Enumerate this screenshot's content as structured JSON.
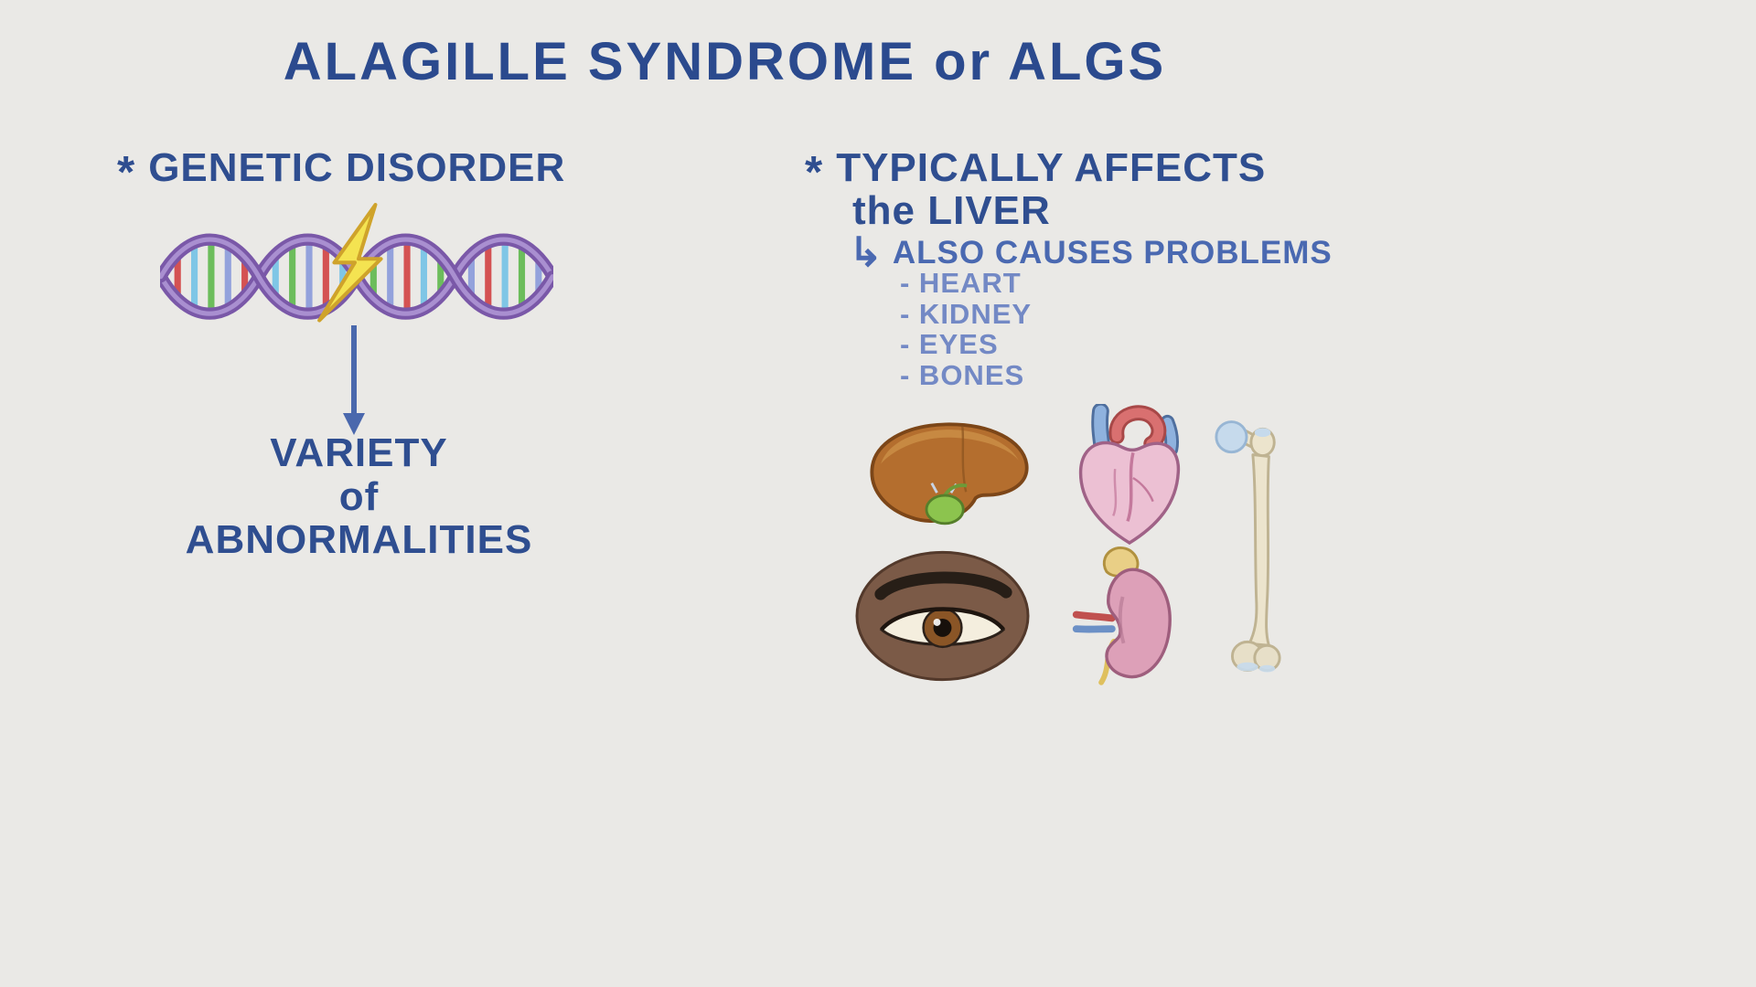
{
  "title": "ALAGILLE SYNDROME or ALGS",
  "left_column": {
    "bullet": "*",
    "heading": "GENETIC DISORDER",
    "result_line1": "VARIETY",
    "result_line2": "of ABNORMALITIES"
  },
  "right_column": {
    "bullet": "*",
    "heading_line1": "TYPICALLY AFFECTS",
    "heading_line2": "the LIVER",
    "branch_glyph": "↳",
    "subheading": "ALSO CAUSES PROBLEMS",
    "items": [
      "- HEART",
      "- KIDNEY",
      "- EYES",
      "- BONES"
    ]
  },
  "icons": {
    "dna": "dna-double-helix-with-lightning-bolt",
    "arrow": "down-arrow",
    "liver": "liver-with-green-gallbladder",
    "heart": "anatomical-heart",
    "bone": "femur-bone",
    "eye": "human-eye",
    "kidney": "kidney-with-adrenal-gland"
  },
  "colors": {
    "background": "#eae9e6",
    "title_text": "#2b4a8e",
    "heading_text": "#2f4e90",
    "subheading_text": "#4a69b1",
    "list_text": "#7389c5",
    "arrow": "#4a68ad",
    "dna_strand": "#7a58a8",
    "lightning": "#f4e351",
    "liver": "#b46e2e",
    "gallbladder": "#8cc44e",
    "heart_body": "#ecc0d3",
    "bone": "#ece4cd",
    "kidney": "#dda0b8"
  }
}
